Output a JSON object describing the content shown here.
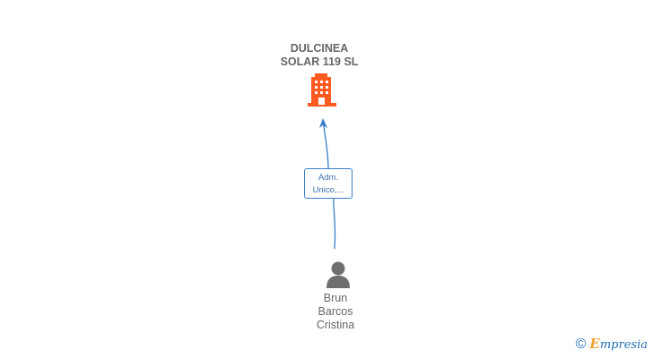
{
  "company": {
    "name_lines": [
      "DULCINEA",
      "SOLAR 119 SL"
    ],
    "icon": "building-icon",
    "color": "#ff5a1f"
  },
  "relation": {
    "label_lines": [
      "Adm.",
      "Unico,..."
    ],
    "color": "#3a7ec8"
  },
  "person": {
    "name_lines": [
      "Brun",
      "Barcos",
      "Cristina"
    ],
    "icon": "person-icon",
    "color": "#666666"
  },
  "footer": {
    "copyright": "©",
    "brand_initial": "E",
    "brand_rest": "mpresia"
  }
}
